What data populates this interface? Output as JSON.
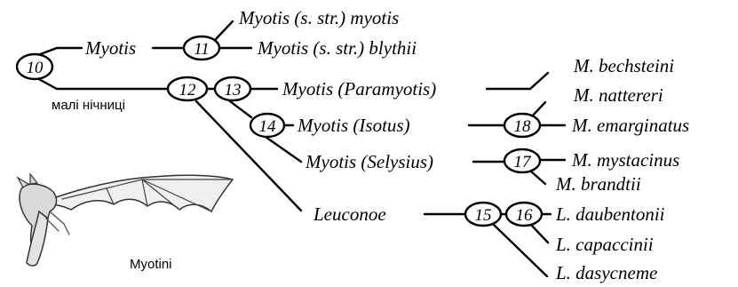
{
  "diagram": {
    "nodes": {
      "n10": "10",
      "n11": "11",
      "n12": "12",
      "n13": "13",
      "n14": "14",
      "n15": "15",
      "n16": "16",
      "n17": "17",
      "n18": "18"
    },
    "clades": {
      "myotis": "Myotis",
      "mali_nichnytsi": "малі нічниці",
      "paramyotis": "Myotis (Paramyotis)",
      "isotus": "Myotis (Isotus)",
      "selysius": "Myotis (Selysius)",
      "leuconoe": "Leuconoe"
    },
    "species": {
      "myotis_myotis": "Myotis (s. str.) myotis",
      "myotis_blythii": "Myotis (s. str.) blythii",
      "bechsteini": "M. bechsteini",
      "nattereri": "M. nattereri",
      "emarginatus": "M. emarginatus",
      "mystacinus": "M. mystacinus",
      "brandtii": "M. brandtii",
      "daubentonii": "L. daubentonii",
      "capaccinii": "L. capaccinii",
      "dasycneme": "L. dasycneme"
    },
    "illustration": {
      "caption": "Myotini"
    }
  }
}
